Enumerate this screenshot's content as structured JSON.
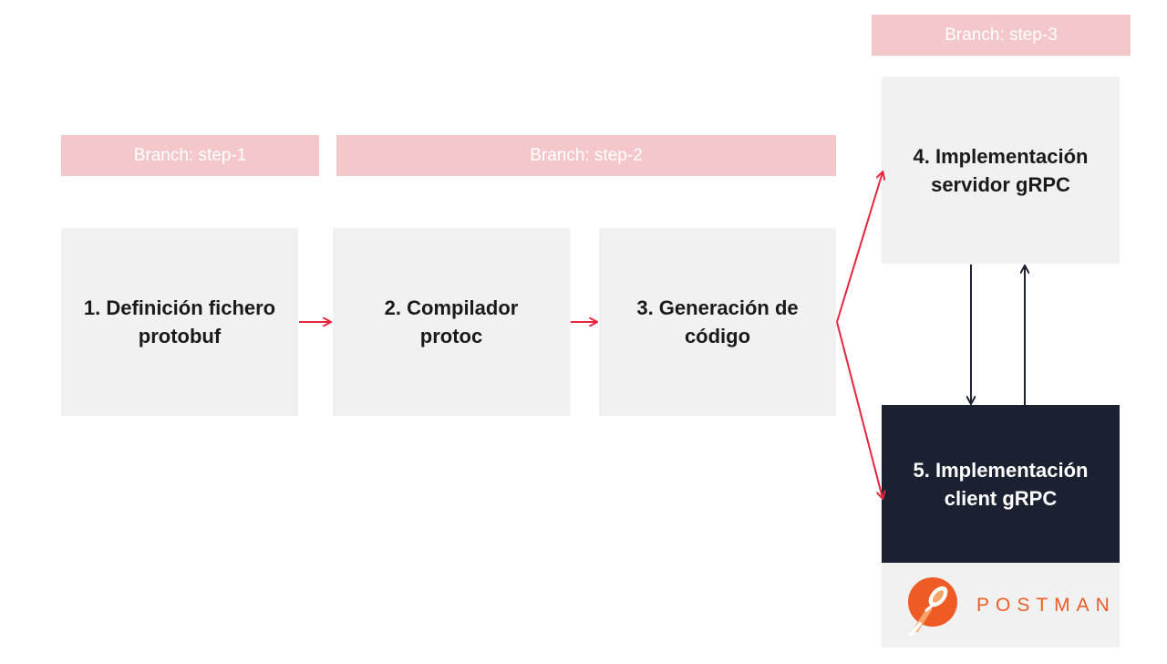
{
  "branches": {
    "step1": "Branch: step-1",
    "step2": "Branch: step-2",
    "step3": "Branch: step-3"
  },
  "steps": [
    {
      "label": "1. Definición fichero\nprotobuf"
    },
    {
      "label": "2. Compilador\nprotoc"
    },
    {
      "label": "3. Generación de\ncódigo"
    },
    {
      "label": "4. Implementación\nservidor gRPC"
    },
    {
      "label": "5. Implementación\nclient gRPC"
    }
  ],
  "postman": {
    "logo_text": "POSTMAN",
    "icon": "postman-rocket-icon"
  },
  "colors": {
    "flow_arrow": "#e8243f",
    "link_arrow": "#1b2130",
    "branch_bg": "#f4c8cb",
    "client_bg": "#1b2130",
    "postman": "#ef5b25"
  }
}
